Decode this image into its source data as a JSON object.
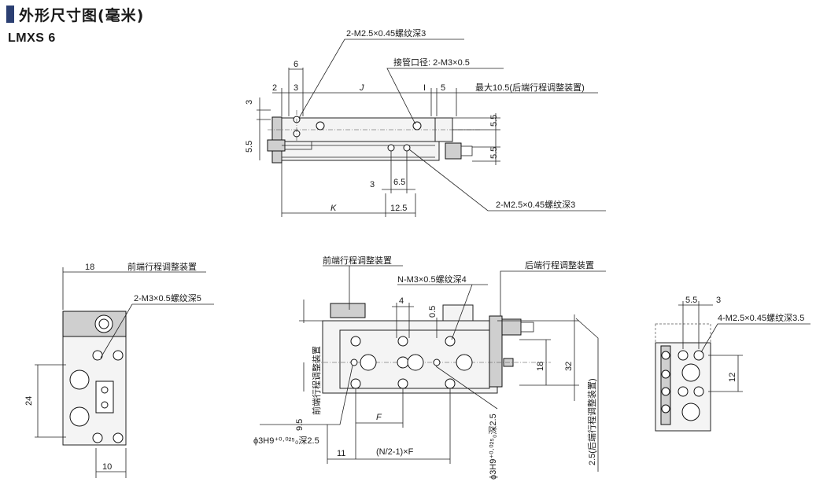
{
  "header": {
    "title": "外形尺寸图(毫米)",
    "model": "LMXS 6",
    "accent_color": "#2b3f72"
  },
  "top_view": {
    "dim_6": "6",
    "dim_2": "2",
    "dim_3_top": "3",
    "dim_J": "J",
    "dim_I": "I",
    "dim_5": "5",
    "dim_3_left": "3",
    "dim_5_5_left": "5.5",
    "dim_5_5_right_a": "5.5",
    "dim_5_5_right_b": "5.5",
    "dim_3_bottom": "3",
    "dim_6_5": "6.5",
    "dim_K": "K",
    "dim_12_5": "12.5",
    "note_thread_top": "2-M2.5×0.45螺纹深3",
    "note_port": "接管口径: 2-M3×0.5",
    "note_max_stroke": "最大10.5(后端行程调整装置)",
    "note_thread_bottom": "2-M2.5×0.45螺纹深3"
  },
  "left_view": {
    "dim_18": "18",
    "dim_24": "24",
    "dim_10": "10",
    "note_front_adjust": "前端行程调整装置",
    "note_thread": "2-M3×0.5螺纹深5"
  },
  "front_view": {
    "note_front_adjust": "前端行程调整装置",
    "note_rear_adjust": "后端行程调整装置",
    "note_thread": "N-M3×0.5螺纹深4",
    "dim_4": "4",
    "dim_0_5": "0.5",
    "dim_18": "18",
    "dim_32": "32",
    "dim_9_5": "9.5",
    "vlabel_front": "前端行程调整装置",
    "vlabel_rear": "2.5(后端行程调整装置)",
    "dim_F": "F",
    "dim_11": "11",
    "dim_formula": "(N/2-1)×F",
    "note_hole_left": "ϕ3H9⁺⁰·⁰²⁵₀深2.5",
    "note_hole_right": "ϕ3H9⁺⁰·⁰²⁵₀深2.5"
  },
  "right_view": {
    "dim_5_5": "5.5",
    "dim_3": "3",
    "dim_12": "12",
    "note_thread": "4-M2.5×0.45螺纹深3.5"
  }
}
